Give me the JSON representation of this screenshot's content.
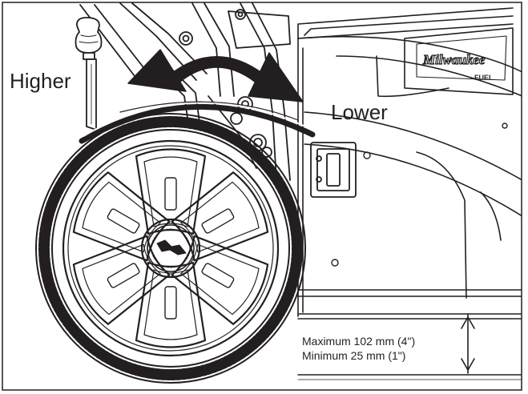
{
  "labels": {
    "higher": "Higher",
    "lower": "Lower",
    "maximum": "Maximum 102 mm (4\")",
    "minimum": "Minimum  25 mm (1\")"
  },
  "brand": {
    "logo_text": "Milwaukee",
    "series_text": "FUEL"
  },
  "colors": {
    "ink": "#231f20",
    "paper": "#ffffff",
    "logo_accent": "#c8102e"
  }
}
